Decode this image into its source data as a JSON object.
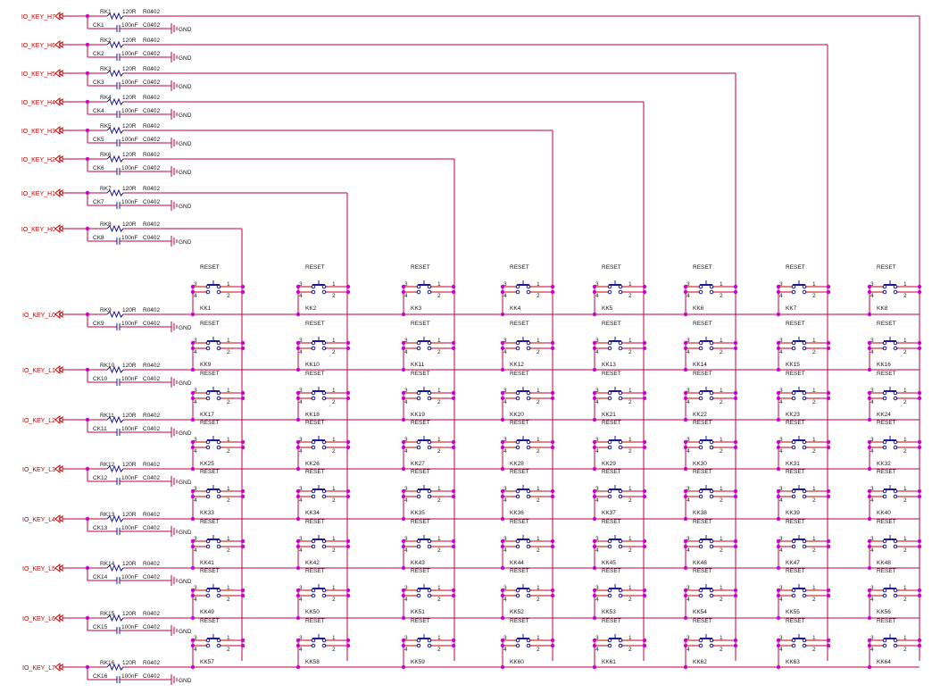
{
  "schematic": {
    "rows": [
      {
        "net": "IO_KEY_H7",
        "r": "RK1",
        "c": "CK1"
      },
      {
        "net": "IO_KEY_H6",
        "r": "RK2",
        "c": "CK2"
      },
      {
        "net": "IO_KEY_H5",
        "r": "RK3",
        "c": "CK3"
      },
      {
        "net": "IO_KEY_H4",
        "r": "RK4",
        "c": "CK4"
      },
      {
        "net": "IO_KEY_H3",
        "r": "RK5",
        "c": "CK5"
      },
      {
        "net": "IO_KEY_H2",
        "r": "RK6",
        "c": "CK6"
      },
      {
        "net": "IO_KEY_H1",
        "r": "RK7",
        "c": "CK7"
      },
      {
        "net": "IO_KEY_H0",
        "r": "RK8",
        "c": "CK8"
      }
    ],
    "cols": [
      {
        "net": "IO_KEY_L0",
        "r": "RK9",
        "c": "CK9"
      },
      {
        "net": "IO_KEY_L1",
        "r": "RK10",
        "c": "CK10"
      },
      {
        "net": "IO_KEY_L2",
        "r": "RK11",
        "c": "CK11"
      },
      {
        "net": "IO_KEY_L3",
        "r": "RK12",
        "c": "CK12"
      },
      {
        "net": "IO_KEY_L4",
        "r": "RK13",
        "c": "CK13"
      },
      {
        "net": "IO_KEY_L5",
        "r": "RK14",
        "c": "CK14"
      },
      {
        "net": "IO_KEY_L6",
        "r": "RK15",
        "c": "CK15"
      },
      {
        "net": "IO_KEY_L7",
        "r": "RK16",
        "c": "CK16"
      }
    ],
    "resistor_value": "120R",
    "resistor_pkg": "R0402",
    "cap_value": "100nF",
    "cap_pkg": "C0402",
    "gnd_label": "GND",
    "switch_label": "RESET",
    "switch_prefix": "KK",
    "pin_labels": {
      "p1": "1",
      "p2": "2",
      "p3": "3",
      "p4": "4"
    },
    "colors": {
      "wire": "#c00040",
      "junction": "#d000d0",
      "component": "#1a1a9a",
      "text": "#1a1a1a",
      "netlabel": "#c00000",
      "pin": "#c00000"
    }
  }
}
